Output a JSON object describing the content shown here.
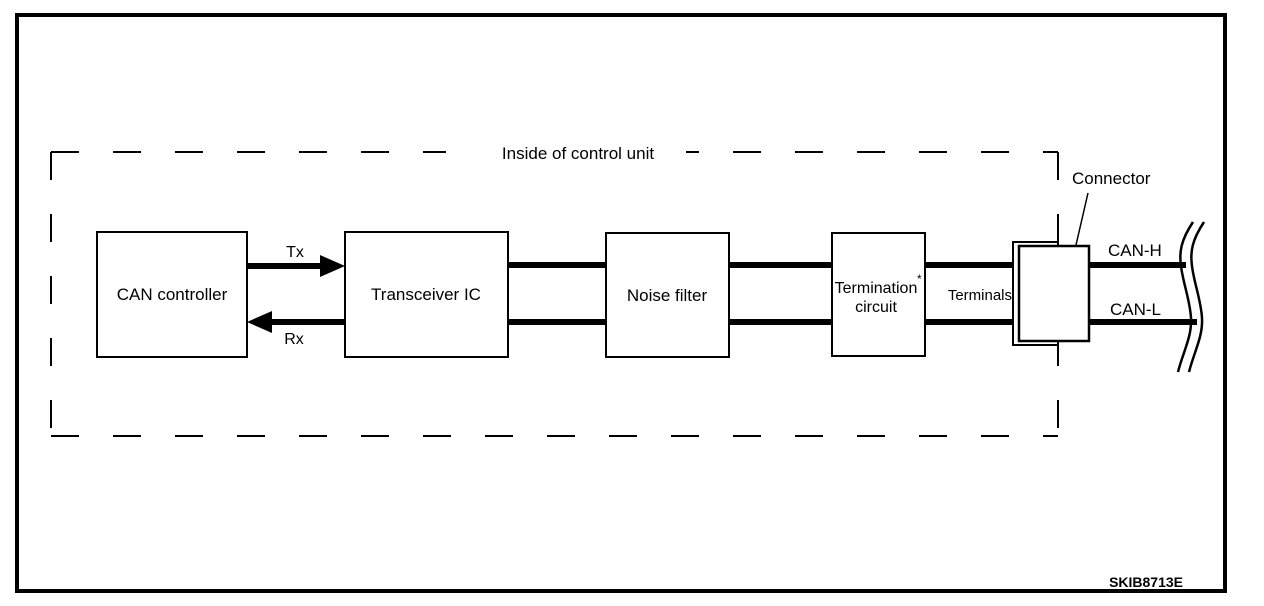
{
  "figure": {
    "enclosure_label": "Inside of control unit",
    "figure_id": "SKIB8713E",
    "boxes": {
      "can_controller": "CAN controller",
      "transceiver_ic": "Transceiver IC",
      "noise_filter": "Noise filter",
      "termination_line1": "Termination",
      "termination_note_marker": "*",
      "termination_line2": "circuit"
    },
    "signals": {
      "tx": "Tx",
      "rx": "Rx"
    },
    "labels": {
      "terminals": "Terminals",
      "connector": "Connector",
      "can_high": "CAN-H",
      "can_low": "CAN-L"
    },
    "colors": {
      "line": "#000000",
      "background": "#ffffff"
    }
  }
}
